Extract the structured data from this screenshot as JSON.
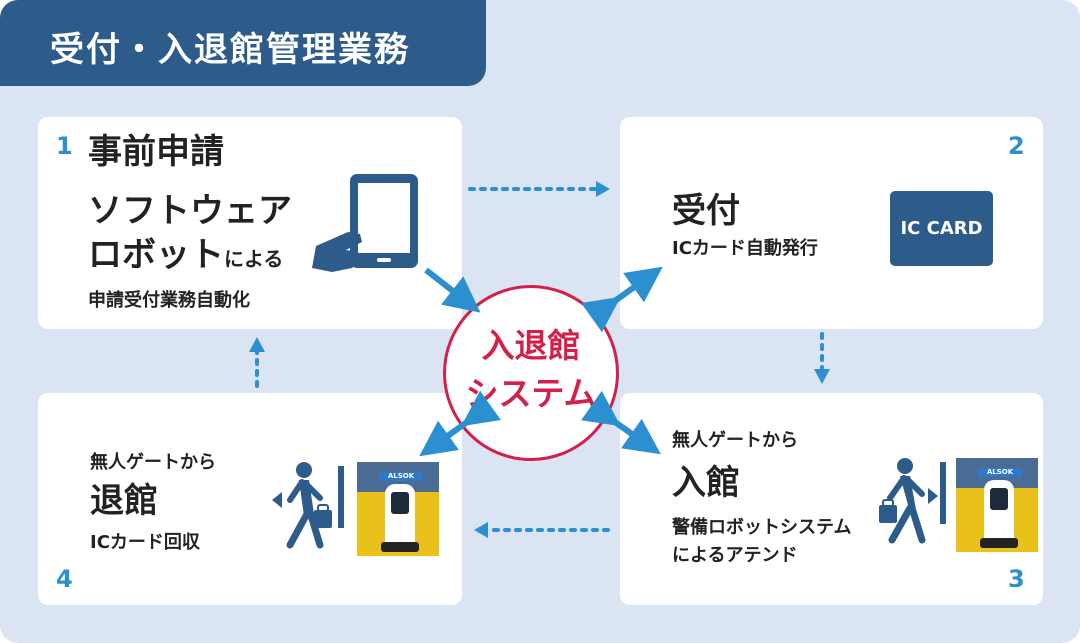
{
  "title": "受付・入退館管理業務",
  "center": {
    "line1": "入退館",
    "line2": "システム"
  },
  "steps": [
    {
      "number": "1",
      "title": "事前申請",
      "line1": "ソフトウェア",
      "line2_main": "ロボット",
      "line2_suffix": "による",
      "line3": "申請受付業務自動化"
    },
    {
      "number": "2",
      "title": "受付",
      "subtitle": "ICカード自動発行",
      "card_label": "IC CARD"
    },
    {
      "number": "3",
      "caption": "無人ゲートから",
      "title": "入館",
      "line1": "警備ロボットシステム",
      "line2": "によるアテンド",
      "photo_logo": "ALSOK"
    },
    {
      "number": "4",
      "caption": "無人ゲートから",
      "title": "退館",
      "subtitle": "ICカード回収",
      "photo_logo": "ALSOK"
    }
  ],
  "colors": {
    "background": "#dbe4f3",
    "header": "#2d5c8a",
    "accent_blue": "#2b8fd0",
    "accent_red": "#d41f4b",
    "card": "#ffffff"
  }
}
